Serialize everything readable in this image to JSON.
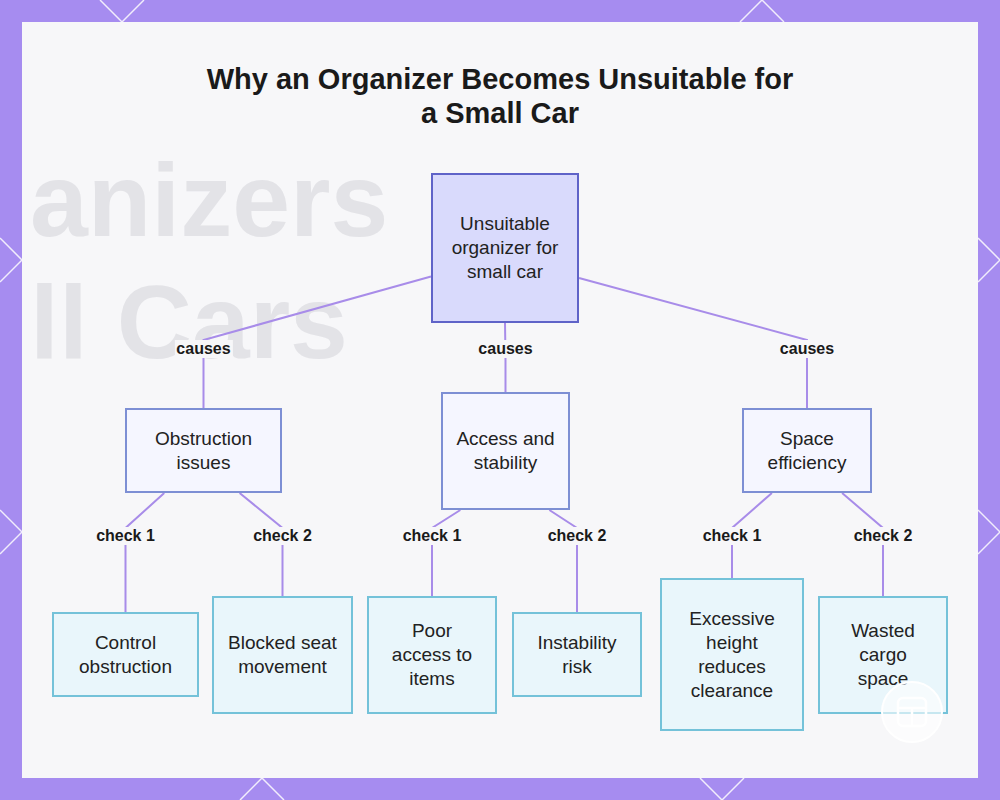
{
  "diagram": {
    "title": "Why an Organizer Becomes Unsuitable for a Small Car",
    "nodes": [
      {
        "text": [
          "Unsuitable organizer for small car"
        ]
      },
      {
        "text": [
          "Obstruction issues"
        ]
      },
      {
        "text": [
          "Access and stability"
        ]
      },
      {
        "text": [
          "Space efficiency"
        ]
      },
      {
        "text": [
          "Control obstruction"
        ]
      },
      {
        "text": [
          "Blocked seat movement"
        ]
      },
      {
        "text": [
          "Poor access to items"
        ]
      },
      {
        "text": [
          "Instability risk"
        ]
      },
      {
        "text": [
          "Excessive height reduces clearance"
        ]
      },
      {
        "text": [
          "Wasted cargo space"
        ]
      }
    ],
    "edges": [
      {
        "from": 0,
        "to": 1,
        "arrow": "none",
        "label": "causes"
      },
      {
        "from": 0,
        "to": 2,
        "arrow": "none",
        "label": "causes"
      },
      {
        "from": 0,
        "to": 3,
        "arrow": "none",
        "label": "causes"
      },
      {
        "from": 1,
        "to": 4,
        "arrow": "none",
        "label": "check 1"
      },
      {
        "from": 1,
        "to": 5,
        "arrow": "none",
        "label": "check 2"
      },
      {
        "from": 2,
        "to": 6,
        "arrow": "none",
        "label": "check 1"
      },
      {
        "from": 2,
        "to": 7,
        "arrow": "none",
        "label": "check 2"
      },
      {
        "from": 3,
        "to": 8,
        "arrow": "none",
        "label": "check 1"
      },
      {
        "from": 3,
        "to": 9,
        "arrow": "none",
        "label": "check 2"
      }
    ],
    "labels": [
      "anizers",
      "ll Cars"
    ]
  }
}
